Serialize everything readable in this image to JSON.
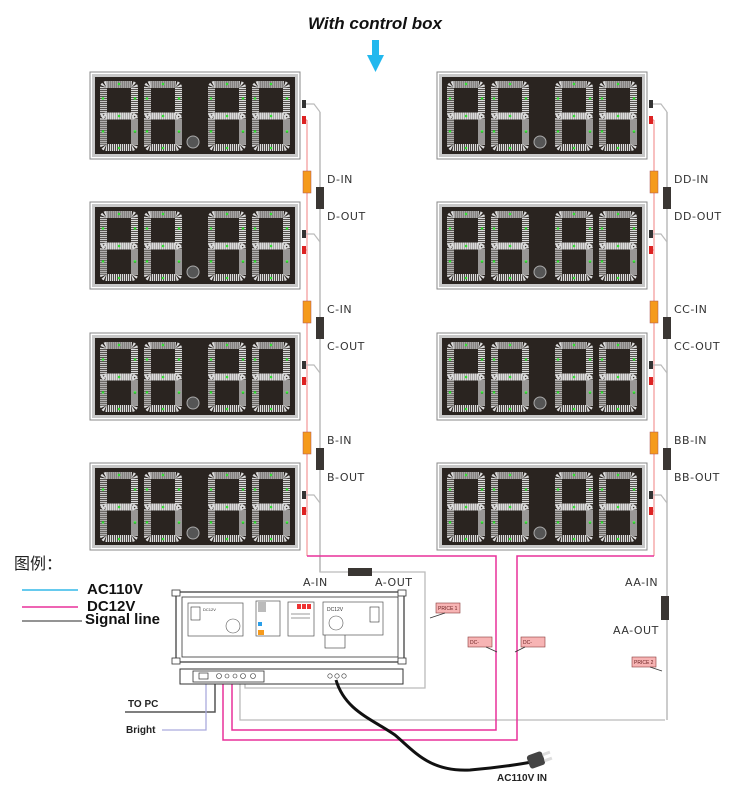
{
  "title": "With control box",
  "colors": {
    "ac110v": "#33b8e8",
    "dc12v": "#e8309a",
    "signal": "#555555",
    "signal_light": "#bbbbbb",
    "panel_bg": "#2a2420",
    "panel_frame": "#c8c8c8",
    "segment": "#dcdcdc",
    "led_dot": "#33dd33",
    "in_connector": "#f59a1c",
    "out_connector": "#3a3633",
    "power_connector": "#dd2222",
    "tag_fill": "#f7b4b4"
  },
  "panels": [
    {
      "id": "left-1",
      "display": "88.88",
      "in_label": "D-IN",
      "out_label": "D-OUT"
    },
    {
      "id": "left-2",
      "display": "88.88",
      "in_label": "C-IN",
      "out_label": "C-OUT"
    },
    {
      "id": "left-3",
      "display": "88.88",
      "in_label": "B-IN",
      "out_label": "B-OUT"
    },
    {
      "id": "left-4",
      "display": "88.88",
      "in_label": "A-IN",
      "out_label": "A-OUT"
    },
    {
      "id": "right-1",
      "display": "88.88",
      "in_label": "DD-IN",
      "out_label": "DD-OUT"
    },
    {
      "id": "right-2",
      "display": "88.88",
      "in_label": "CC-IN",
      "out_label": "CC-OUT"
    },
    {
      "id": "right-3",
      "display": "88.88",
      "in_label": "BB-IN",
      "out_label": "BB-OUT"
    },
    {
      "id": "right-4",
      "display": "88.88",
      "in_label": "AA-IN",
      "out_label": "AA-OUT"
    }
  ],
  "legend": {
    "heading": "图例：",
    "items": [
      {
        "label": "AC110V",
        "color_key": "ac110v"
      },
      {
        "label": "DC12V",
        "color_key": "dc12v"
      },
      {
        "label": "Signal line",
        "color_key": "signal"
      }
    ]
  },
  "control_box": {
    "psu_left_label": "DC12V",
    "psu_right_label": "DC12V"
  },
  "tags": {
    "price1": "PRICE 1",
    "price2": "PRICE 2",
    "dc_minus_1": "DC-",
    "dc_minus_2": "DC-"
  },
  "io": {
    "to_pc": "TO PC",
    "bright": "Bright",
    "ac_in": "AC110V  IN"
  }
}
